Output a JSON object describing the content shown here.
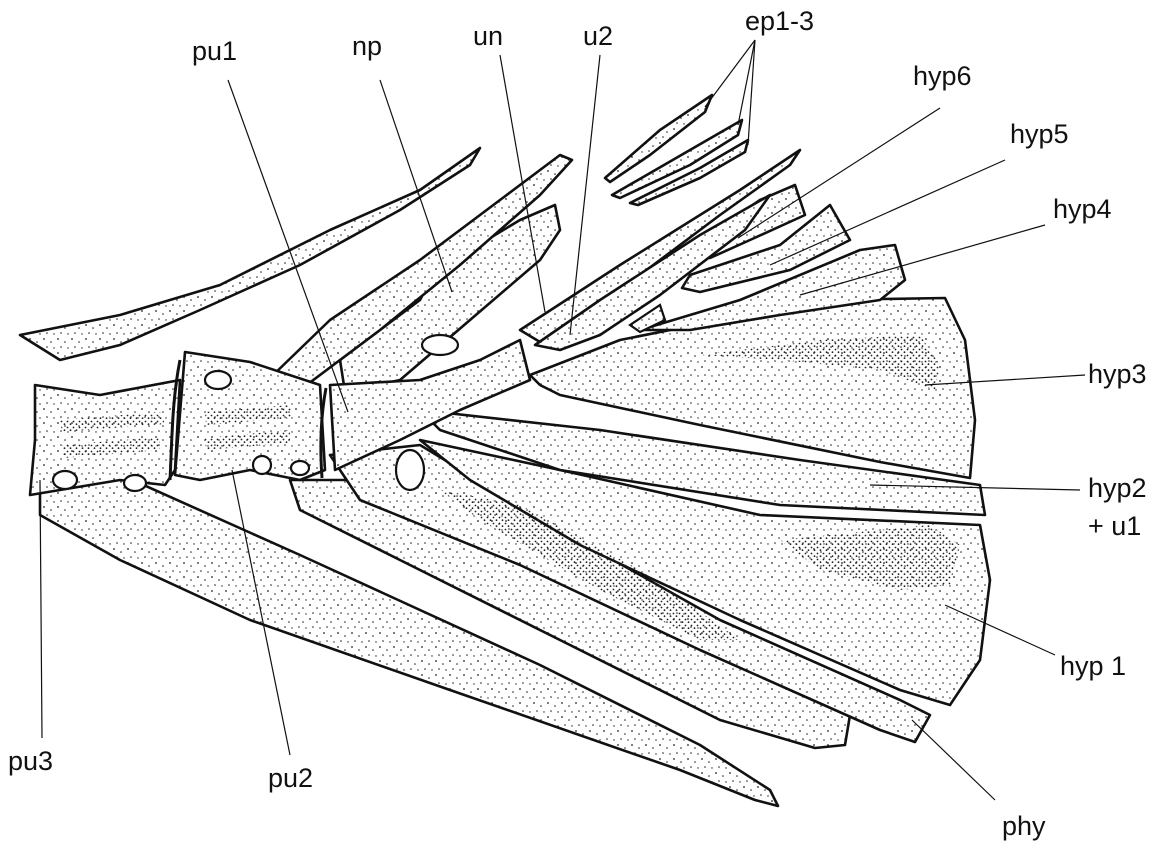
{
  "diagram": {
    "labels": {
      "pu1": "pu1",
      "np": "np",
      "un": "un",
      "u2": "u2",
      "ep": "ep1-3",
      "hyp6": "hyp6",
      "hyp5": "hyp5",
      "hyp4": "hyp4",
      "hyp3": "hyp3",
      "hyp2": "hyp2",
      "u1": "+ u1",
      "hyp1": "hyp 1",
      "phy": "phy",
      "pu3": "pu3",
      "pu2": "pu2"
    },
    "colors": {
      "ink": "#111111",
      "background": "#ffffff"
    }
  }
}
